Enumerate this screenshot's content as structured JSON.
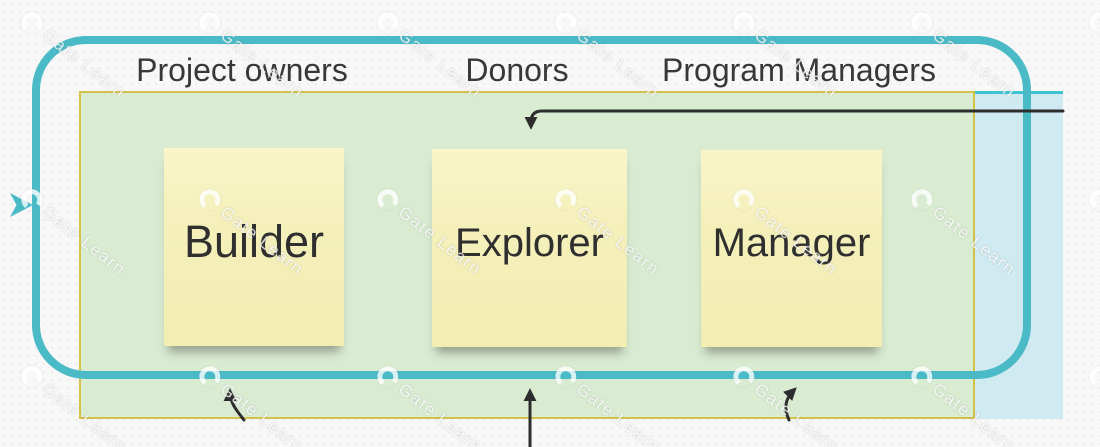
{
  "watermark": {
    "text": "Gate Learn"
  },
  "labels": [
    {
      "text": "Project owners"
    },
    {
      "text": "Donors"
    },
    {
      "text": "Program Managers"
    }
  ],
  "notes": [
    {
      "text": "Builder"
    },
    {
      "text": "Explorer"
    },
    {
      "text": "Manager"
    }
  ],
  "colors": {
    "teal": "#4bbac7",
    "green_fill": "#d9ecd2",
    "green_border": "#d2c14b",
    "cyan_fill": "#cfeaf1",
    "cyan_top_border": "#3fc3d2",
    "note_fill": "#f5f0ba",
    "arrow": "#2d2d2d",
    "label_text": "#383838"
  }
}
